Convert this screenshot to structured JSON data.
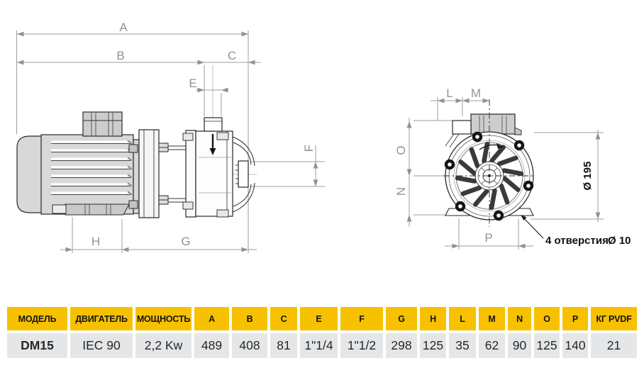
{
  "colors": {
    "table_header_bg": "#F7C100",
    "table_row_bg": "#E5E6E7",
    "dimension_line": "#9a9a9a",
    "drawing_line": "#262626"
  },
  "side_view": {
    "labels": {
      "A": "A",
      "B": "B",
      "C": "C",
      "E": "E",
      "F": "F",
      "G": "G",
      "H": "H"
    }
  },
  "front_view": {
    "labels": {
      "L": "L",
      "M": "M",
      "N": "N",
      "O": "O",
      "P": "P"
    },
    "diameter": "Ø 195",
    "holes_note": "4 отверстия",
    "holes_diameter": "Ø 10"
  },
  "table": {
    "columns": [
      "МОДЕЛЬ",
      "ДВИГАТЕЛЬ",
      "МОЩНОСТЬ",
      "A",
      "B",
      "C",
      "E",
      "F",
      "G",
      "H",
      "L",
      "M",
      "N",
      "O",
      "P",
      "КГ PVDF"
    ],
    "rows": [
      [
        "DM15",
        "IEC 90",
        "2,2 Kw",
        "489",
        "408",
        "81",
        "1\"1/4",
        "1\"1/2",
        "298",
        "125",
        "35",
        "62",
        "90",
        "125",
        "140",
        "21"
      ]
    ]
  }
}
